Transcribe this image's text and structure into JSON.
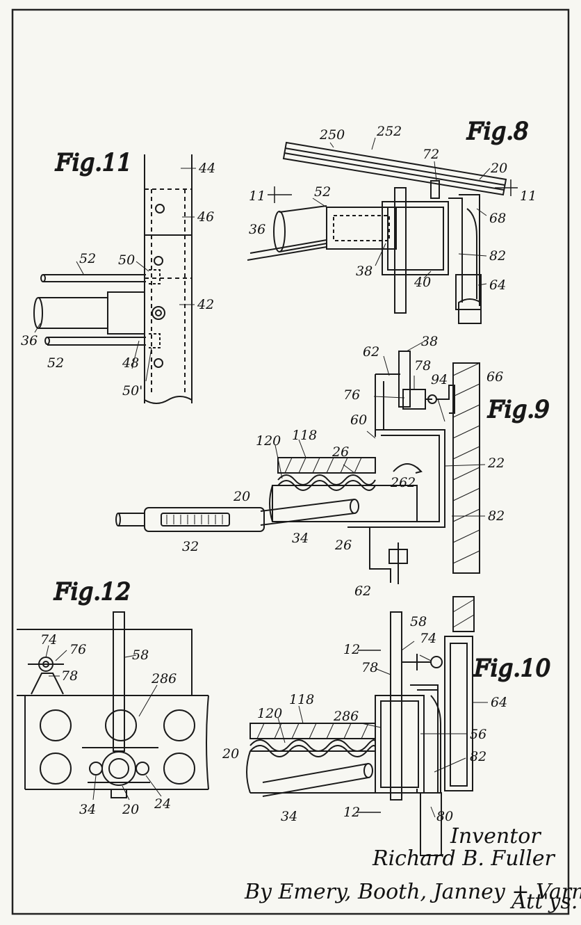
{
  "figures": {
    "fig11": {
      "title": "Fig.11",
      "labels": {
        "l44": "44",
        "l46": "46",
        "l50a": "50",
        "l52a": "52",
        "l42": "42",
        "l36": "36",
        "l52b": "52",
        "l48": "48",
        "l50b": "50'"
      }
    },
    "fig8": {
      "title": "Fig.8",
      "labels": {
        "l250": "250",
        "l252": "252",
        "l72": "72",
        "l20": "20",
        "l11a": "11",
        "l11b": "11",
        "l52": "52",
        "l36": "36",
        "l68": "68",
        "l38": "38",
        "l82": "82",
        "l40": "40",
        "l64": "64"
      }
    },
    "fig9": {
      "title": "Fig.9",
      "labels": {
        "l38": "38",
        "l62a": "62",
        "l78": "78",
        "l66": "66",
        "l94": "94",
        "l76": "76",
        "l60": "60",
        "l118": "118",
        "l120": "120",
        "l26a": "26",
        "l262": "262",
        "l22": "22",
        "l20": "20",
        "l82": "82",
        "l34": "34",
        "l26b": "26",
        "l32": "32",
        "l62b": "62"
      }
    },
    "fig12": {
      "title": "Fig.12",
      "labels": {
        "l74": "74",
        "l76": "76",
        "l58": "58",
        "l78": "78",
        "l286": "286",
        "l34": "34",
        "l20": "20",
        "l24": "24"
      }
    },
    "fig10": {
      "title": "Fig.10",
      "labels": {
        "l58": "58",
        "l12a": "12",
        "l74": "74",
        "l78": "78",
        "l64": "64",
        "l118": "118",
        "l120": "120",
        "l286": "286",
        "l56": "56",
        "l20": "20",
        "l82": "82",
        "l34": "34",
        "l12b": "12",
        "l80": "80"
      }
    }
  },
  "inventor": {
    "heading": "Inventor",
    "name": "Richard B. Fuller"
  },
  "attorneys": {
    "text": "By Emery, Booth, Janney + Varney",
    "suffix": "Att'ys."
  }
}
